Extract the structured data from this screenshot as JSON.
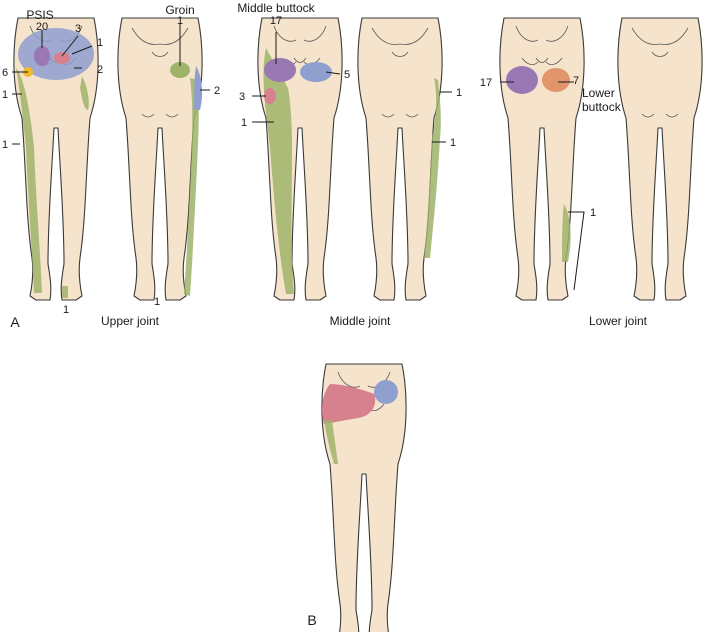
{
  "colors": {
    "skin": "#f6e3cb",
    "outline": "#3a3a3a",
    "green": "#9fb46a",
    "blue": "#8f9fd0",
    "purple": "#9a78b4",
    "red": "#d7808e",
    "orange": "#e2956a",
    "yellow": "#f0b92e"
  },
  "panel_a": {
    "letter": "A",
    "groups": {
      "upper": {
        "caption": "Upper joint"
      },
      "middle": {
        "caption": "Middle joint"
      },
      "lower": {
        "caption": "Lower joint"
      }
    },
    "labels": {
      "psis": "PSIS",
      "n20": "20",
      "n3_up": "3",
      "n1_up_r": "1",
      "n2_up_r": "2",
      "n6": "6",
      "n1_up_l": "1",
      "n1_up_ll": "1",
      "n1_up_foot": "1",
      "groin": "Groin",
      "n1_groin": "1",
      "n2_front": "2",
      "n1_front_foot": "1",
      "middle_buttock": "Middle buttock",
      "n17_mid": "17",
      "n5": "5",
      "n3_mid": "3",
      "n1_mid": "1",
      "n1_mid_f1": "1",
      "n1_mid_f2": "1",
      "n17_low": "17",
      "n7": "7",
      "lower_buttock": "Lower buttock",
      "lower_buttock_l1": "Lower",
      "lower_buttock_l2": "buttock",
      "n1_low": "1"
    }
  },
  "panel_b": {
    "letter": "B"
  }
}
